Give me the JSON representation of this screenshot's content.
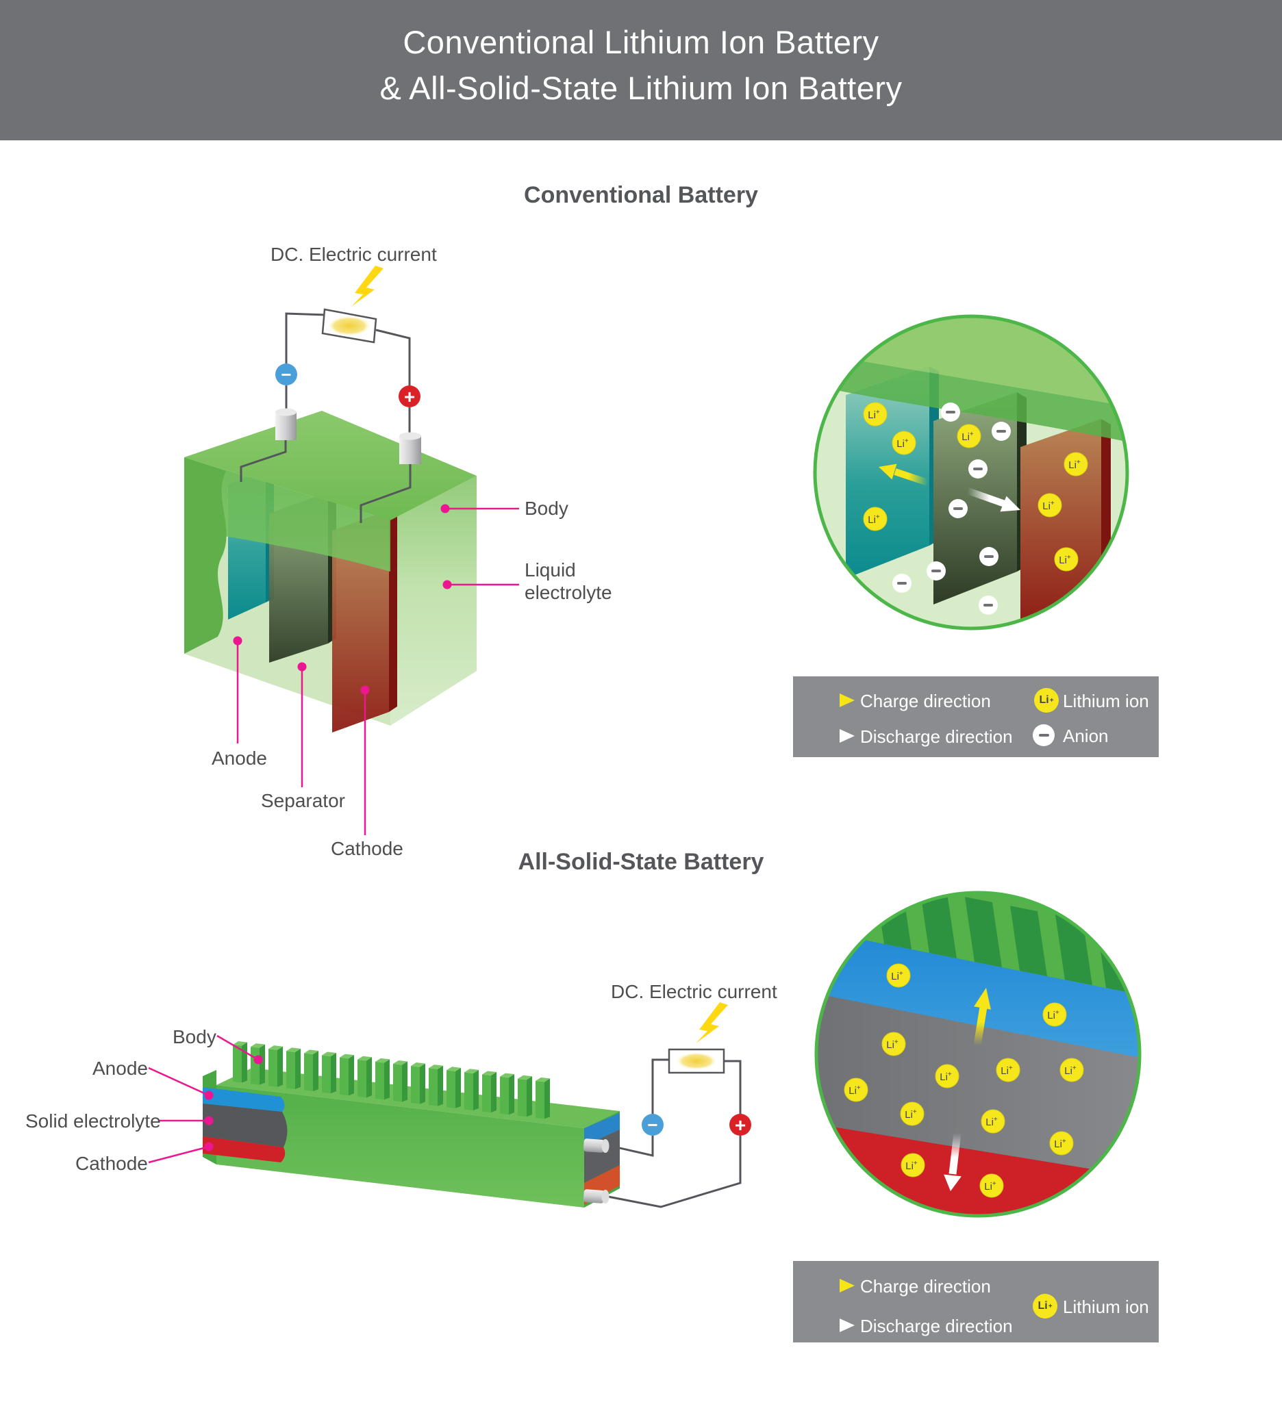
{
  "banner": {
    "line1": "Conventional Lithium Ion Battery",
    "line2": "& All-Solid-State Lithium Ion Battery"
  },
  "conventional": {
    "heading": "Conventional Battery",
    "dc_label": "DC. Electric current",
    "labels": {
      "body": "Body",
      "liquid_electrolyte": "Liquid electrolyte",
      "anode": "Anode",
      "separator": "Separator",
      "cathode": "Cathode"
    },
    "legend": {
      "charge": "Charge direction",
      "discharge": "Discharge direction",
      "lithium": "Lithium ion",
      "anion": "Anion"
    },
    "zoom_view": {
      "lithium_ions": [
        [
          93,
          150
        ],
        [
          135,
          192
        ],
        [
          230,
          182
        ],
        [
          386,
          223
        ],
        [
          348,
          283
        ],
        [
          372,
          362
        ],
        [
          93,
          303
        ]
      ],
      "anions": [
        [
          203,
          147
        ],
        [
          277,
          175
        ],
        [
          243,
          230
        ],
        [
          214,
          288
        ],
        [
          259,
          358
        ],
        [
          182,
          379
        ],
        [
          132,
          397
        ],
        [
          258,
          429
        ]
      ]
    }
  },
  "solid_state": {
    "heading": "All-Solid-State Battery",
    "dc_label": "DC. Electric current",
    "labels": {
      "body": "Body",
      "anode": "Anode",
      "solid_electrolyte": "Solid electrolyte",
      "cathode": "Cathode"
    },
    "legend": {
      "charge": "Charge direction",
      "discharge": "Discharge direction",
      "lithium": "Lithium ion"
    },
    "zoom_view": {
      "lithium_ions": [
        [
          127,
          128
        ],
        [
          355,
          185
        ],
        [
          120,
          228
        ],
        [
          198,
          275
        ],
        [
          287,
          266
        ],
        [
          380,
          266
        ],
        [
          65,
          295
        ],
        [
          147,
          330
        ],
        [
          265,
          341
        ],
        [
          365,
          373
        ],
        [
          148,
          405
        ],
        [
          263,
          435
        ]
      ]
    }
  },
  "ion": {
    "symbol": "Li",
    "charge": "+"
  },
  "anion": {
    "symbol": "−"
  },
  "terminals": {
    "negative": "−",
    "positive": "+"
  },
  "colors": {
    "accent_pink": "#ec1690",
    "lithium_yellow": "#f6e71c",
    "body_green": "#5cb34c",
    "anode_teal": "#0f8f8c",
    "anode_blue": "#2191d6",
    "electrolyte_gray": "#5c5e61",
    "cathode_red": "#cf2127",
    "legend_bg": "#8a8c8f",
    "banner_bg": "#6f7175"
  }
}
